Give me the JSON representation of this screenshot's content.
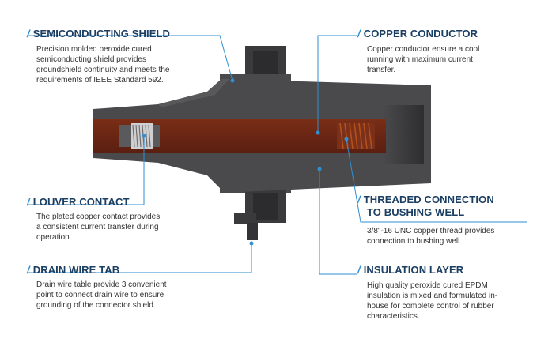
{
  "colors": {
    "heading": "#1b3e63",
    "accent": "#2f8fd0",
    "body_rubber": "#4a4a4c",
    "conductor": "#6a2614"
  },
  "callouts": {
    "semiconducting_shield": {
      "title": "SEMICONDUCTING SHIELD",
      "lines": [
        "Precision molded peroxide cured",
        "semiconducting shield provides",
        "groundshield continuity and meets the",
        "requirements of IEEE Standard 592."
      ]
    },
    "copper_conductor": {
      "title": "COPPER CONDUCTOR",
      "lines": [
        "Copper conductor ensure a cool",
        "running with maximum current",
        "transfer."
      ]
    },
    "louver_contact": {
      "title": "LOUVER CONTACT",
      "lines": [
        "The plated copper contact provides",
        "a consistent current transfer during",
        "operation."
      ]
    },
    "threaded_connection": {
      "title_line1": "THREADED CONNECTION",
      "title_line2": "TO BUSHING WELL",
      "lines": [
        "3/8\"-16 UNC copper thread provides",
        "connection to bushing well."
      ]
    },
    "drain_wire_tab": {
      "title": "DRAIN WIRE TAB",
      "lines": [
        "Drain wire table provide 3 convenient",
        "point to connect drain wire to ensure",
        "grounding of the connector shield."
      ]
    },
    "insulation_layer": {
      "title": "INSULATION LAYER",
      "lines": [
        "High quality peroxide cured EPDM",
        "insulation is mixed and formulated in-",
        "house for complete control of rubber",
        "characteristics."
      ]
    }
  }
}
